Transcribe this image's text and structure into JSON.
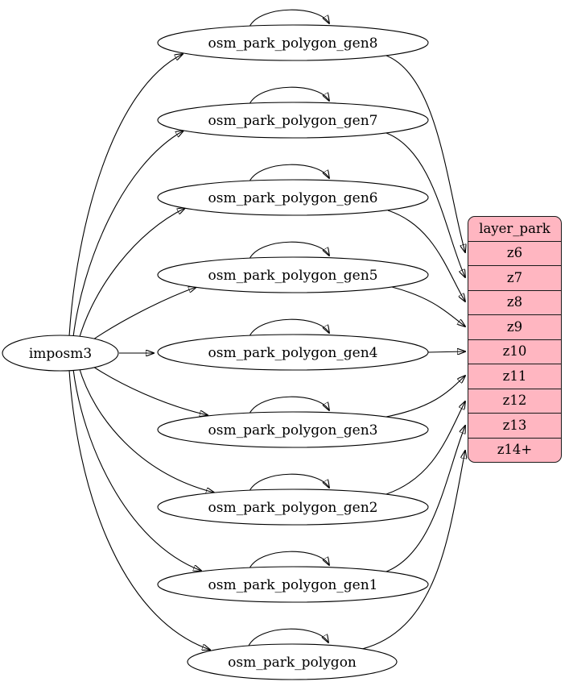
{
  "diagram": {
    "kind": "etl-graph",
    "source": {
      "label": "imposm3"
    },
    "tables": [
      {
        "label": "osm_park_polygon_gen8"
      },
      {
        "label": "osm_park_polygon_gen7"
      },
      {
        "label": "osm_park_polygon_gen6"
      },
      {
        "label": "osm_park_polygon_gen5"
      },
      {
        "label": "osm_park_polygon_gen4"
      },
      {
        "label": "osm_park_polygon_gen3"
      },
      {
        "label": "osm_park_polygon_gen2"
      },
      {
        "label": "osm_park_polygon_gen1"
      },
      {
        "label": "osm_park_polygon"
      }
    ],
    "layer": {
      "title": "layer_park",
      "zoom_rows": [
        "z6",
        "z7",
        "z8",
        "z9",
        "z10",
        "z11",
        "z12",
        "z13",
        "z14+"
      ]
    },
    "edges": {
      "from_source": [
        "osm_park_polygon_gen8",
        "osm_park_polygon_gen7",
        "osm_park_polygon_gen6",
        "osm_park_polygon_gen5",
        "osm_park_polygon_gen4",
        "osm_park_polygon_gen3",
        "osm_park_polygon_gen2",
        "osm_park_polygon_gen1",
        "osm_park_polygon"
      ],
      "self_loops": [
        "osm_park_polygon_gen8",
        "osm_park_polygon_gen7",
        "osm_park_polygon_gen6",
        "osm_park_polygon_gen5",
        "osm_park_polygon_gen4",
        "osm_park_polygon_gen3",
        "osm_park_polygon_gen2",
        "osm_park_polygon_gen1",
        "osm_park_polygon"
      ],
      "to_layer": [
        {
          "from": "osm_park_polygon_gen8",
          "to": "z6"
        },
        {
          "from": "osm_park_polygon_gen7",
          "to": "z7"
        },
        {
          "from": "osm_park_polygon_gen6",
          "to": "z8"
        },
        {
          "from": "osm_park_polygon_gen5",
          "to": "z9"
        },
        {
          "from": "osm_park_polygon_gen4",
          "to": "z10"
        },
        {
          "from": "osm_park_polygon_gen3",
          "to": "z11"
        },
        {
          "from": "osm_park_polygon_gen2",
          "to": "z12"
        },
        {
          "from": "osm_park_polygon_gen1",
          "to": "z13"
        },
        {
          "from": "osm_park_polygon",
          "to": "z14+"
        }
      ]
    },
    "colors": {
      "layer_fill": "#ffb6c1",
      "node_fill": "#ffffff",
      "stroke": "#000000"
    }
  }
}
